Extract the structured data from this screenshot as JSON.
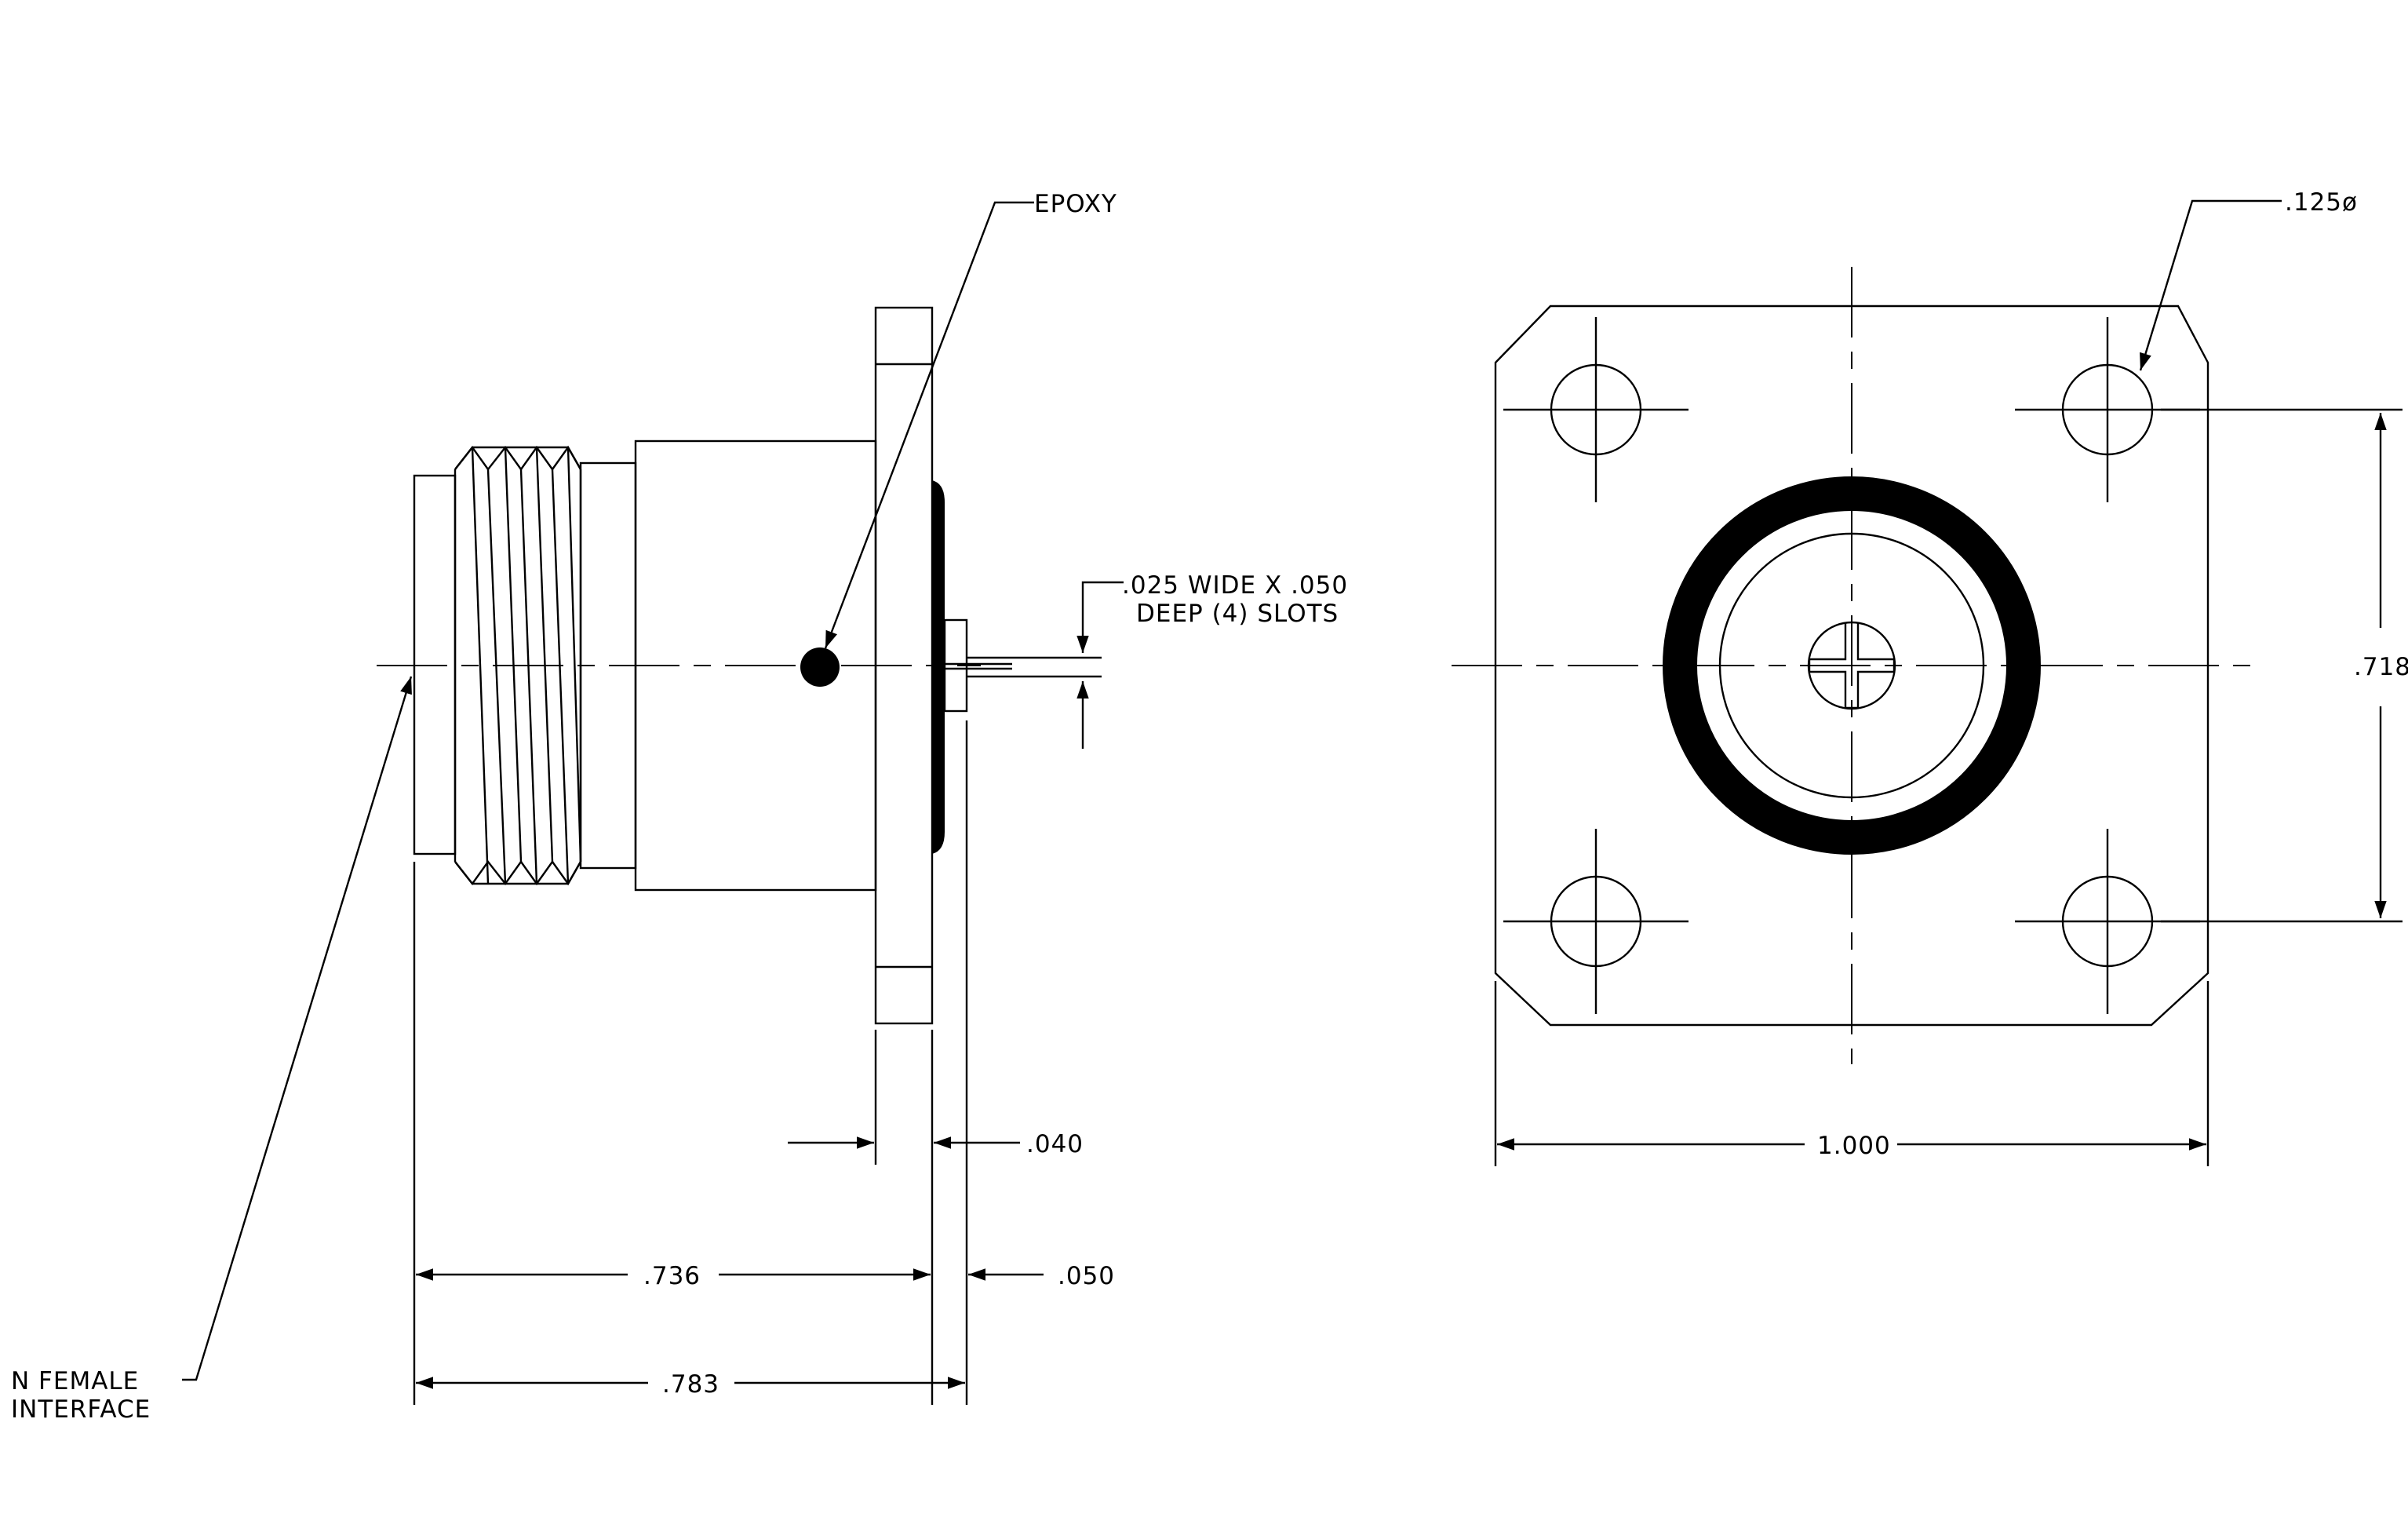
{
  "drawing": {
    "labels": {
      "epoxy": "EPOXY",
      "slots_line1": ".025 WIDE X .050",
      "slots_line2": "DEEP (4) SLOTS",
      "hole_dia": ".125ø",
      "n_female_line1": "N FEMALE",
      "n_female_line2": "INTERFACE"
    },
    "dimensions": {
      "flange_thickness": ".040",
      "slot_depth": ".050",
      "body_length": ".736",
      "overall_length": ".783",
      "flange_width": "1.000",
      "hole_spacing": ".718"
    }
  }
}
